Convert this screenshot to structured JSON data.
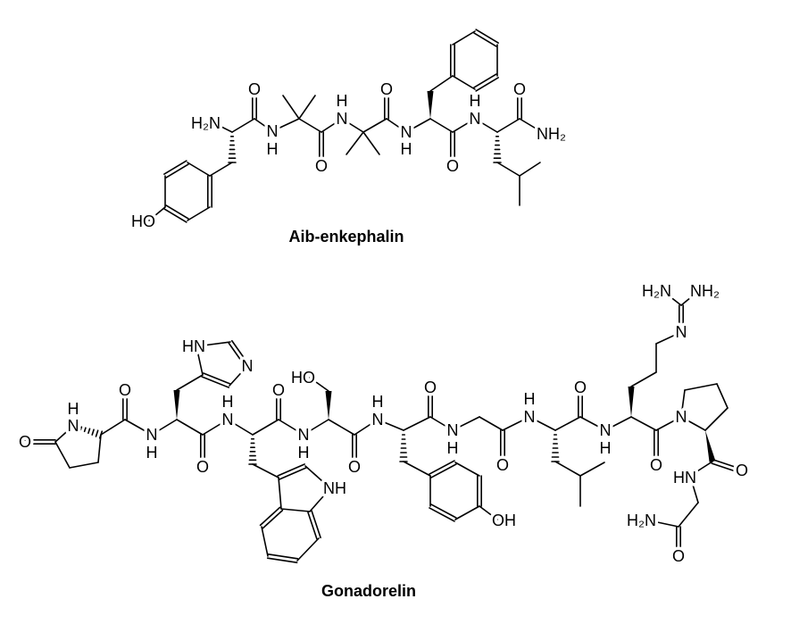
{
  "molecules": [
    {
      "name": "Aib-enkephalin",
      "atom_labels": [
        "H₂N",
        "HO",
        "O",
        "O",
        "O",
        "O",
        "O",
        "N",
        "H",
        "N",
        "H",
        "N",
        "H",
        "N",
        "H",
        "NH₂"
      ]
    },
    {
      "name": "Gonadorelin",
      "atom_labels": [
        "O",
        "N",
        "H",
        "O",
        "N",
        "H",
        "HN",
        "N",
        "O",
        "N",
        "H",
        "O",
        "N",
        "H",
        "NH",
        "HO",
        "O",
        "N",
        "H",
        "OH",
        "O",
        "N",
        "H",
        "O",
        "N",
        "H",
        "O",
        "N",
        "H",
        "N",
        "H₂N",
        "NH₂",
        "O",
        "N",
        "O",
        "HN",
        "H₂N",
        "O"
      ]
    }
  ]
}
